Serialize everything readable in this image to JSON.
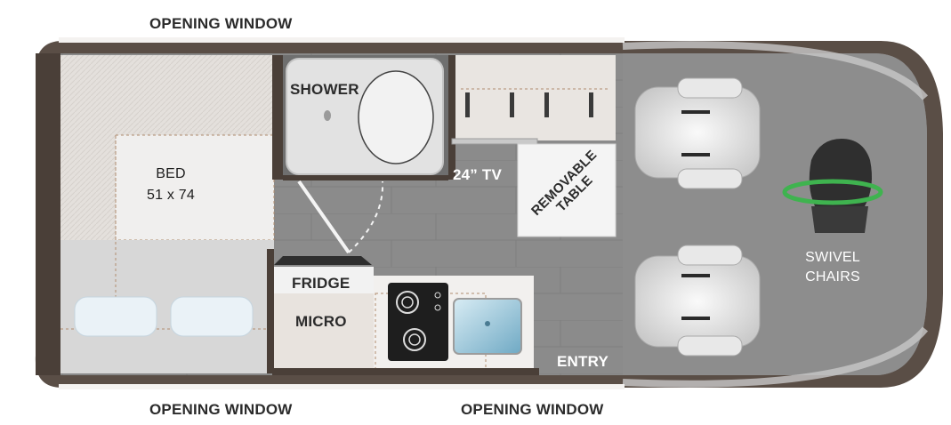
{
  "labels": {
    "window_top": "OPENING WINDOW",
    "window_bottom_left": "OPENING WINDOW",
    "window_bottom_right": "OPENING WINDOW",
    "shower": "SHOWER",
    "bed": "BED",
    "bed_size": "51 x 74",
    "tv": "24” TV",
    "table_line1": "REMOVABLE",
    "table_line2": "TABLE",
    "fridge": "FRIDGE",
    "micro": "MICRO",
    "entry": "ENTRY",
    "swivel_line1": "SWIVEL",
    "swivel_line2": "CHAIRS"
  },
  "colors": {
    "wall": "#4a3f38",
    "floor": "#8a8a8a",
    "swivel_ring": "#3fb34f"
  }
}
